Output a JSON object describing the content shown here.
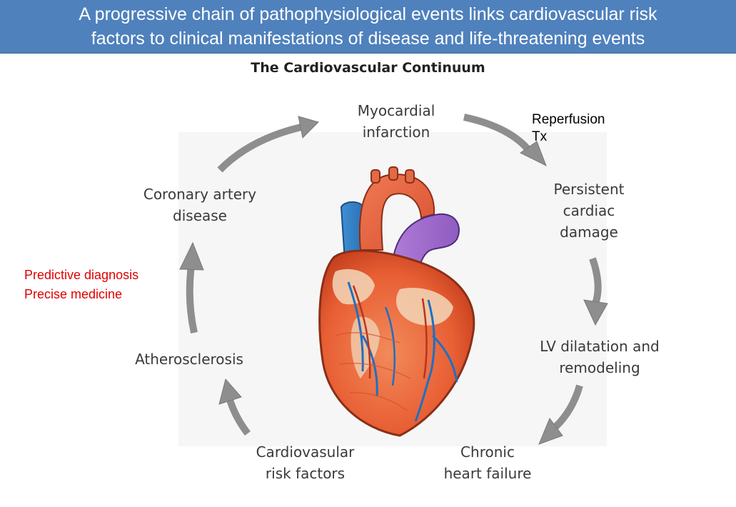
{
  "banner": {
    "line1": "A progressive chain of pathophysiological events links cardiovascular risk",
    "line2": "factors to clinical manifestations of disease and life-threatening events",
    "bg_color": "#4f81bd"
  },
  "diagram": {
    "title": "The Cardiovascular Continuum",
    "stages": {
      "mi": [
        "Myocardial",
        "infarction"
      ],
      "persistent": [
        "Persistent",
        "cardiac",
        "damage"
      ],
      "lv": [
        "LV dilatation and",
        "remodeling"
      ],
      "chf": [
        "Chronic",
        "heart failure"
      ],
      "risk": [
        "Cardiovasular",
        "risk factors"
      ],
      "athero": [
        "Atherosclerosis"
      ],
      "cad": [
        "Coronary artery",
        "disease"
      ]
    },
    "arrow_color": "#8e8e8e",
    "center_image": "heart-illustration"
  },
  "annotations": {
    "reperfusion": [
      "Reperfusion",
      "Tx"
    ],
    "predictive": [
      "Predictive diagnosis",
      "Precise medicine"
    ],
    "predictive_color": "#e00000"
  }
}
